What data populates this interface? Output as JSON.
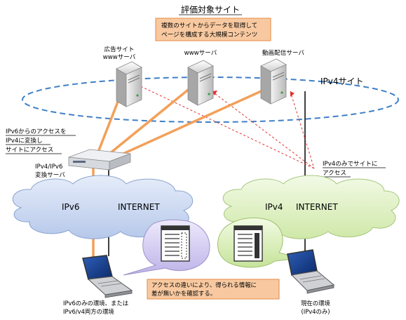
{
  "title": "評価対象サイト",
  "site_note": [
    "複数のサイトからデータを取得して",
    "ページを構成する大規模コンテンツ"
  ],
  "servers": {
    "ad": [
      "広告サイト",
      "wwwサーバ"
    ],
    "www": [
      "wwwサーバ"
    ],
    "video": [
      "動画配信サーバ"
    ]
  },
  "ipv4_site_label": "IPv4サイト",
  "ipv6_access_note": [
    "IPv6からのアクセスを",
    "IPv4に変換し",
    "サイトにアクセス"
  ],
  "gateway_label": [
    "IPv4/IPv6",
    "変換サーバ"
  ],
  "ipv4_only_note": [
    "IPv4のみでサイトに",
    "アクセス"
  ],
  "cloud_ipv6": {
    "proto": "IPv6",
    "net": "INTERNET"
  },
  "cloud_ipv4": {
    "proto": "IPv4",
    "net": "INTERNET"
  },
  "check_note": [
    "アクセスの違いにより、得られる情報に",
    "差が無いかを確認する。"
  ],
  "client_ipv6": [
    "IPv6のみの環境、または",
    "IPv6/v4両方の環境"
  ],
  "client_ipv4": [
    "現在の環境",
    "(IPv4のみ)"
  ],
  "colors": {
    "orange_path": "#f2a05a",
    "red_dashed": "#e03030",
    "ellipse": "#3f7fc7",
    "cloud_blue": "#c9d7f0",
    "cloud_green": "#dff0c4",
    "bubble_purple": "#d4cff0",
    "bubble_green": "#dcefb8",
    "note_box": "#f8c9a0"
  }
}
